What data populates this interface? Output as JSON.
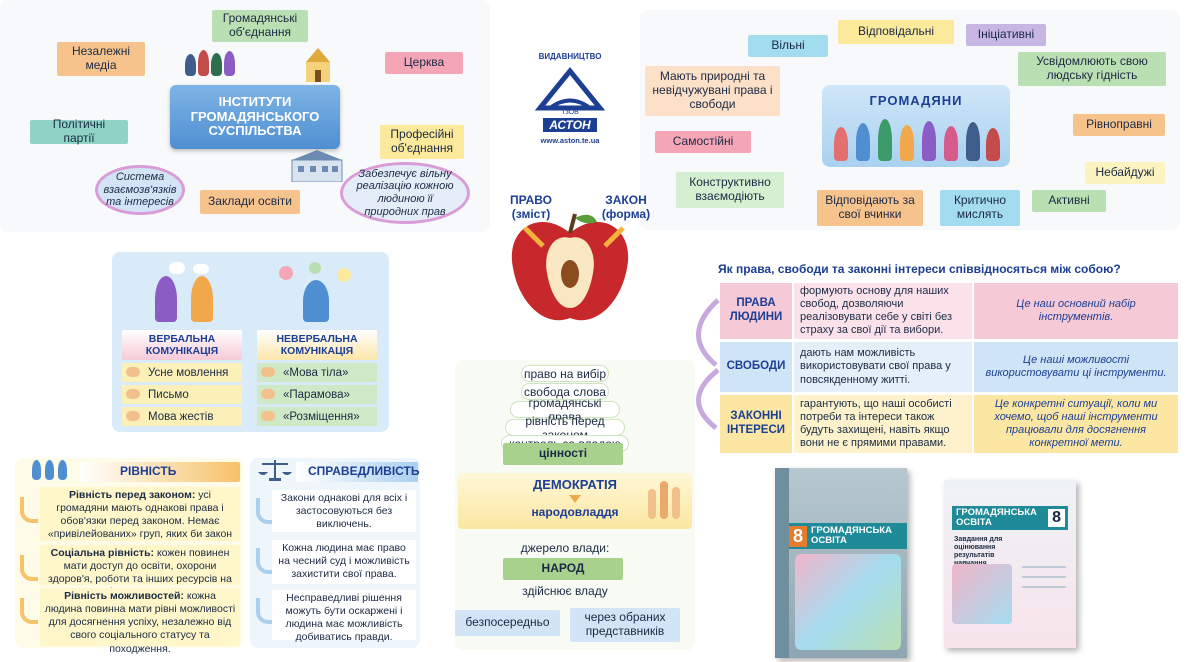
{
  "civil_society": {
    "center": "ІНСТИТУТИ ГРОМАДЯНСЬКОГО СУСПІЛЬСТВА",
    "nodes": {
      "public_associations": "Громадянські об'єднання",
      "independent_media": "Незалежні медіа",
      "church": "Церква",
      "political_parties": "Політичні партії",
      "trade_unions": "Професійні об'єднання",
      "educational_institutions": "Заклади освіти"
    },
    "system_text": "Система взаємозв'язків та інтересів",
    "guarantee_text": "Забезпечує вільну реалізацію кожною людиною її природних прав"
  },
  "publisher": {
    "label": "ВИДАВНИЦТВО",
    "name": "АСТОН",
    "founded": "ТзОВ",
    "url": "www.aston.te.ua"
  },
  "citizens": {
    "center": "ГРОМАДЯНИ",
    "traits": {
      "free": "Вільні",
      "responsible": "Відповідальні",
      "initiative": "Ініціативні",
      "dignity": "Усвідомлюють свою людську гідність",
      "natural_rights": "Мають природні та невідчужувані права і свободи",
      "equal": "Рівноправні",
      "independent": "Самостійні",
      "not_indifferent": "Небайдужі",
      "constructive": "Конструктивно взаємодіють",
      "accountable": "Відповідають за свої вчинки",
      "critical": "Критично мислять",
      "active": "Активні"
    }
  },
  "apple": {
    "law_content": "ПРАВО (зміст)",
    "statute_form": "ЗАКОН (форма)"
  },
  "communication": {
    "verbal_title": "ВЕРБАЛЬНА КОМУНІКАЦІЯ",
    "nonverbal_title": "НЕВЕРБАЛЬНА КОМУНІКАЦІЯ",
    "verbal_items": [
      "Усне мовлення",
      "Письмо",
      "Мова жестів"
    ],
    "nonverbal_items": [
      "«Мова тіла»",
      "«Парамова»",
      "«Розміщення»"
    ]
  },
  "rights_table": {
    "question": "Як права, свободи та законні інтереси співвідносяться між собою?",
    "rows": [
      {
        "term": "ПРАВА ЛЮДИНИ",
        "description": "формують основу для наших свобод, дозволяючи реалізовувати себе у світі без страху за свої дії та вибори.",
        "metaphor": "Це наш основний набір інструментів."
      },
      {
        "term": "СВОБОДИ",
        "description": "дають нам можливість використовувати свої права у повсякденному житті.",
        "metaphor": "Це наші можливості використовувати ці інструменти."
      },
      {
        "term": "ЗАКОННІ ІНТЕРЕСИ",
        "description": "гарантують, що наші особисті потреби та інтереси також будуть захищені, навіть якщо вони не є прямими правами.",
        "metaphor": "Це конкретні ситуації, коли ми хочемо, щоб наші інструменти працювали для досягнення конкретної мети."
      }
    ]
  },
  "democracy": {
    "values_list": [
      "право на вибір",
      "свобода слова",
      "громадянські права",
      "рівність перед законом",
      "контроль за владою"
    ],
    "values_label": "цінності",
    "title": "ДЕМОКРАТІЯ",
    "subtitle": "народовладдя",
    "source_label": "джерело влади:",
    "people": "НАРОД",
    "exercises": "здійснює владу",
    "direct": "безпосередньо",
    "representatives": "через обраних представників"
  },
  "equality": {
    "title": "РІВНІСТЬ",
    "items": [
      {
        "heading": "Рівність перед законом:",
        "text": "усі громадяни мають однакові права і обов'язки перед законом. Немає «привілейованих» груп, яких би закон не стосувався."
      },
      {
        "heading": "Соціальна рівність:",
        "text": "кожен повинен мати доступ до освіти, охорони здоров'я, роботи та інших ресурсів на рівних умовах."
      },
      {
        "heading": "Рівність можливостей:",
        "text": "кожна людина повинна мати рівні можливості для досягнення успіху, незалежно від свого соціального статусу та походження."
      }
    ]
  },
  "justice": {
    "title": "СПРАВЕДЛИВІСТЬ",
    "items": [
      "Закони однакові для всіх і застосовуються без виключень.",
      "Кожна людина має право на чесний суд і можливість захистити свої права.",
      "Несправедливі рішення можуть бути оскаржені і людина має можливість добиватись правди."
    ]
  },
  "books": {
    "grade": "8",
    "title": "ГРОМАДЯНСЬКА ОСВІТА",
    "workbook_subtitle": "Завдання для оцінювання результатів навчання"
  },
  "colors": {
    "blue_center": "#5b9bd5",
    "green_node": "#b9dfb2",
    "pink_node": "#f4a6b7",
    "orange_node": "#f7c38d",
    "yellow_node": "#fbe99c",
    "teal_node": "#8fd3c4",
    "purple_node": "#c7b5e3",
    "aqua_node": "#a4dcef"
  }
}
